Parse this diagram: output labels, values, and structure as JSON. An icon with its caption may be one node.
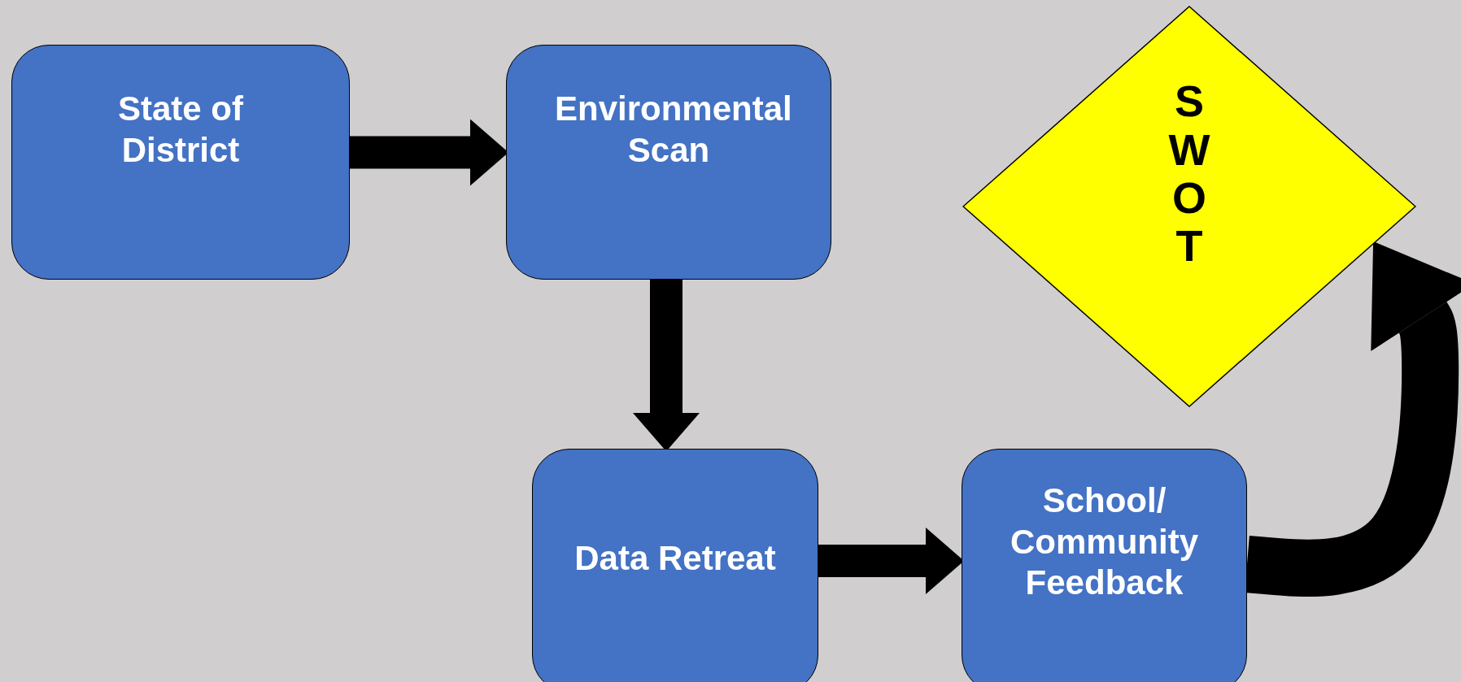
{
  "diagram": {
    "nodes": [
      {
        "text": [
          "State of District"
        ]
      },
      {
        "text": [
          "Environmental Scan"
        ]
      },
      {
        "text": [
          "Data Retreat"
        ]
      },
      {
        "text": [
          "School/ Community Feedback"
        ]
      },
      {
        "text": [
          "SWOT"
        ]
      }
    ],
    "edges": [
      {
        "from": 0,
        "to": 1,
        "arrow": "to"
      },
      {
        "from": 1,
        "to": 2,
        "arrow": "to"
      },
      {
        "from": 2,
        "to": 3,
        "arrow": "to"
      },
      {
        "from": 3,
        "to": 4,
        "arrow": "to"
      }
    ]
  }
}
